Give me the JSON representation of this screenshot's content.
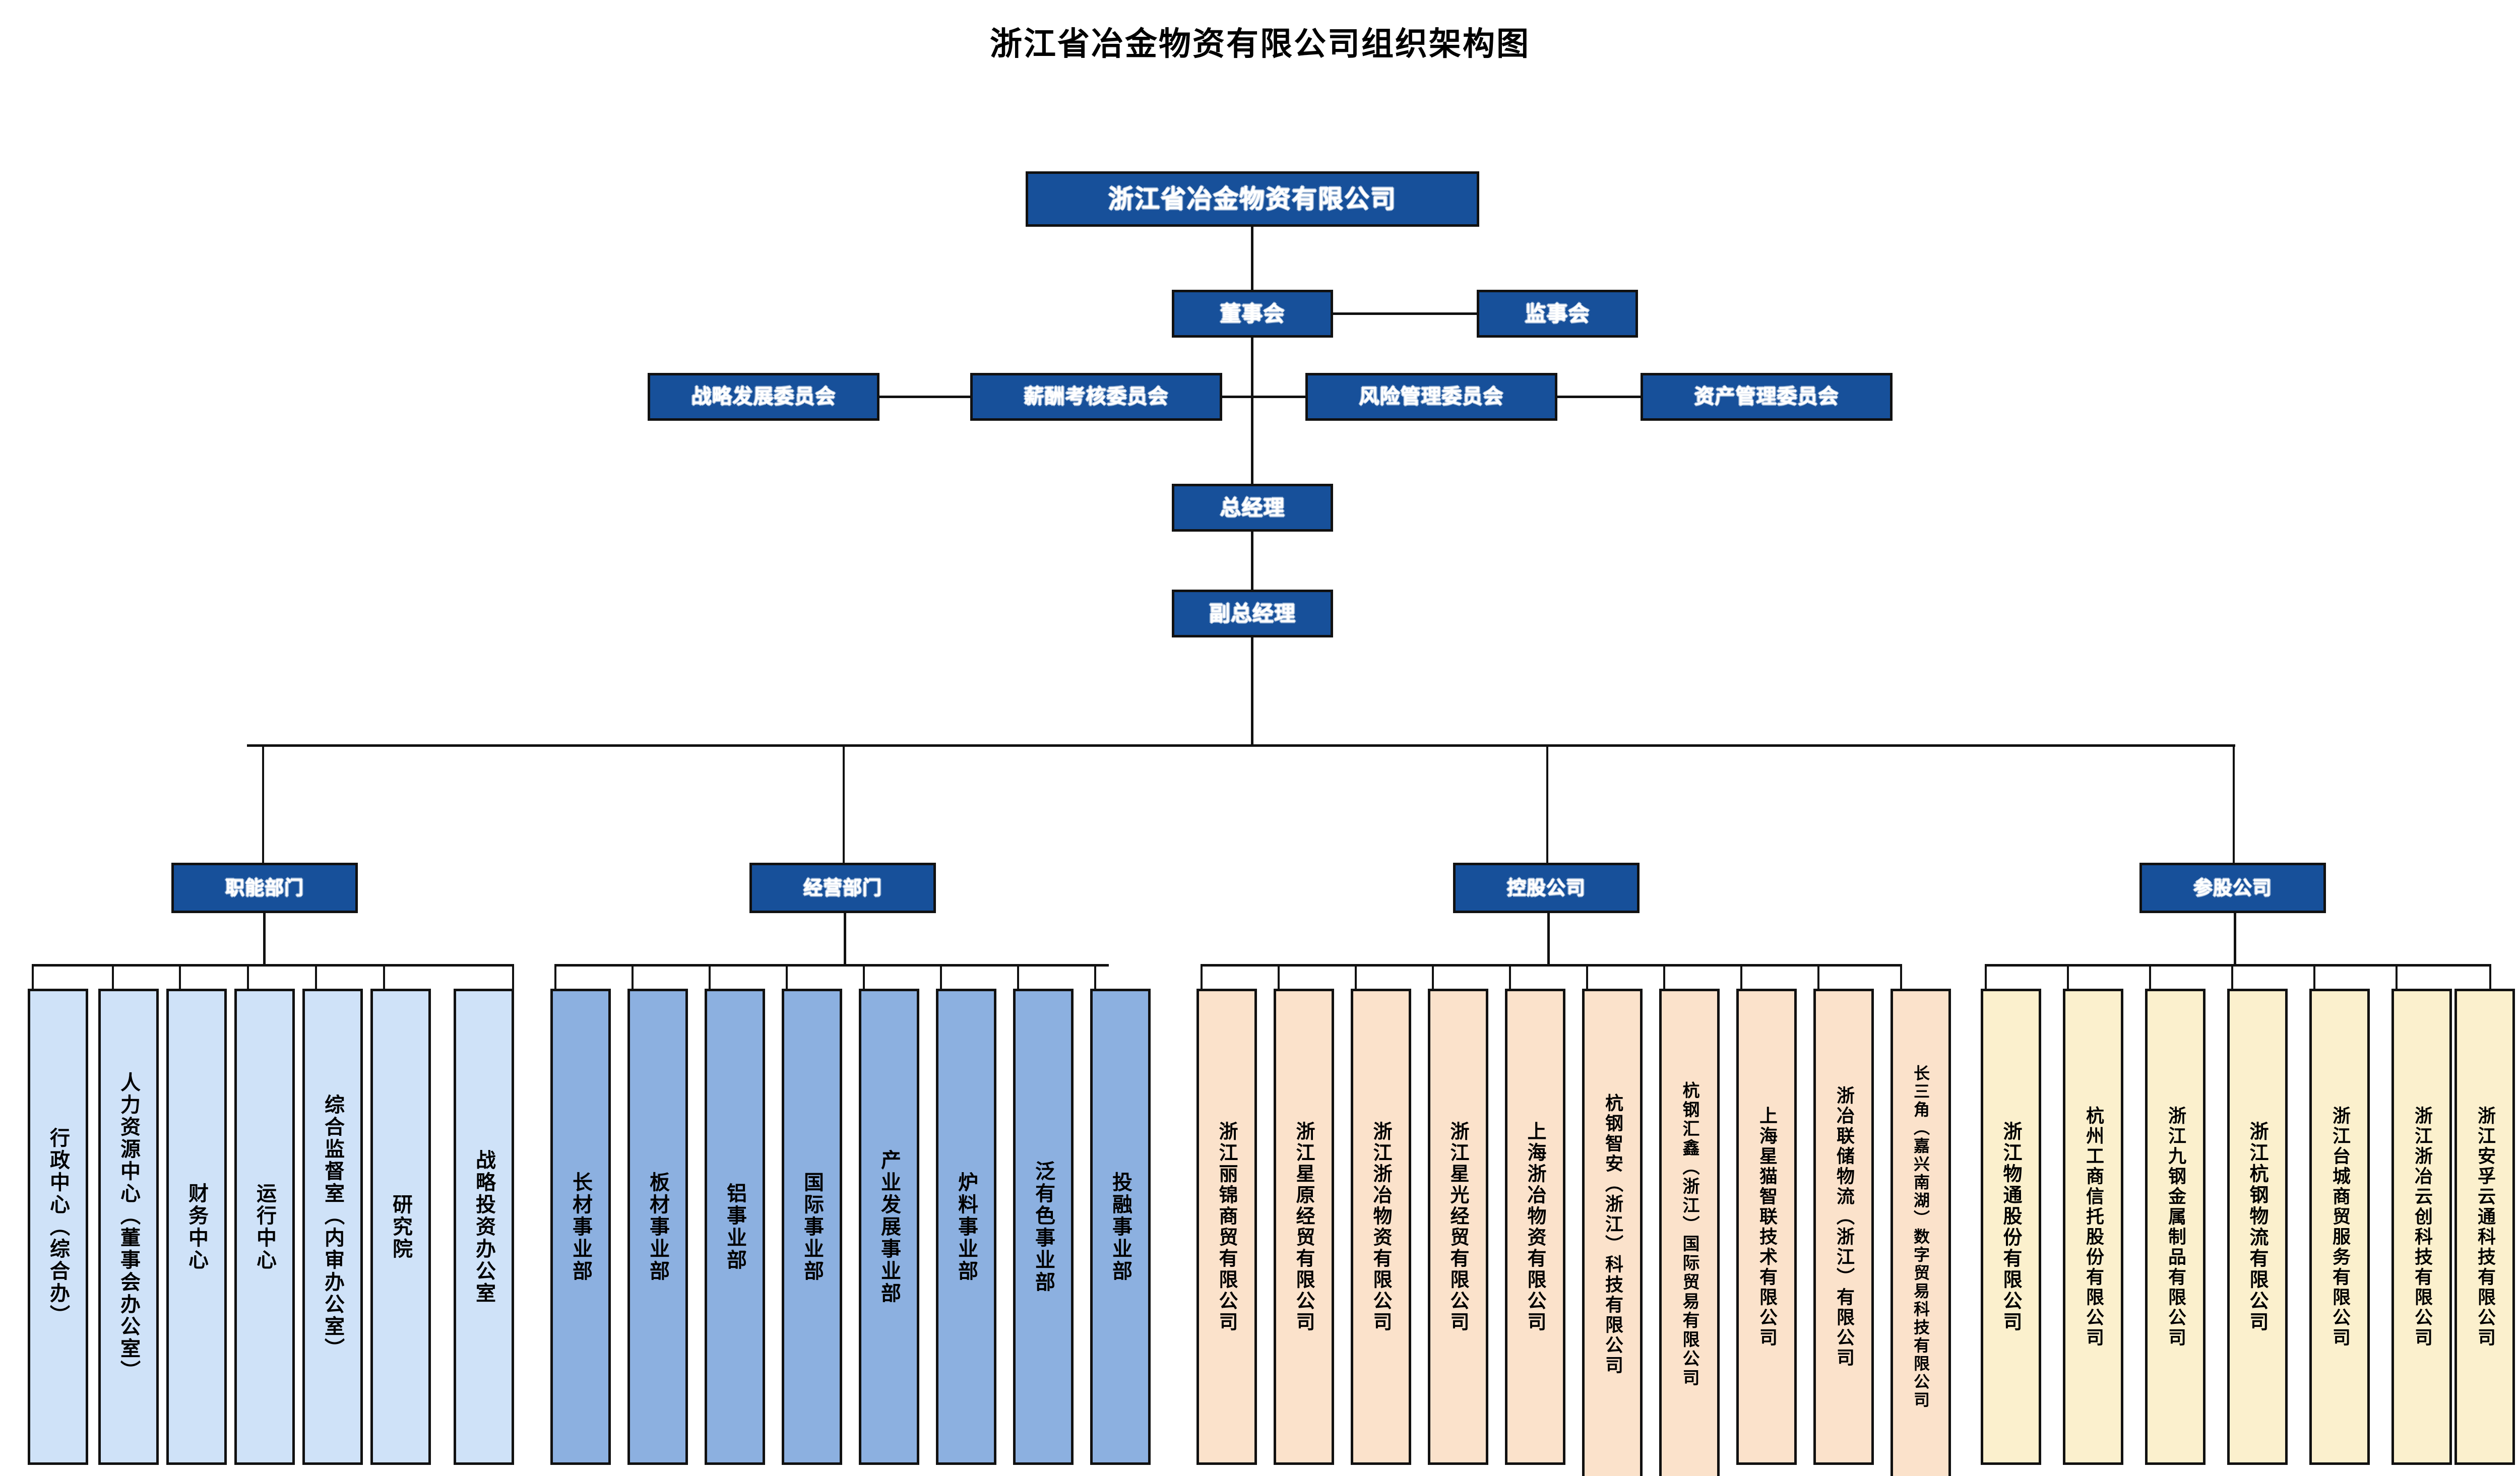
{
  "title": "浙江省冶金物资有限公司组织架构图",
  "colors": {
    "node_blue": "#17509a",
    "border": "#111111",
    "functional_dept": "#cfe2f8",
    "business_dept": "#8cb0e0",
    "holding_company": "#fbe2cb",
    "equity_company": "#fbf0cd",
    "background": "#ffffff",
    "node_text": "#ffffff",
    "leaf_text": "#000000"
  },
  "root": {
    "label": "浙江省冶金物资有限公司"
  },
  "governance": {
    "board": {
      "label": "董事会"
    },
    "supervisors": {
      "label": "监事会"
    }
  },
  "committees": [
    {
      "label": "战略发展委员会"
    },
    {
      "label": "薪酬考核委员会"
    },
    {
      "label": "风险管理委员会"
    },
    {
      "label": "资产管理委员会"
    }
  ],
  "management": {
    "gm": {
      "label": "总经理"
    },
    "deputy_gm": {
      "label": "副总经理"
    }
  },
  "categories": [
    {
      "label": "职能部门"
    },
    {
      "label": "经营部门"
    },
    {
      "label": "控股公司"
    },
    {
      "label": "参股公司"
    }
  ],
  "functional_departments": [
    {
      "label": "行政中心（综合办）"
    },
    {
      "label": "人力资源中心（董事会办公室）"
    },
    {
      "label": "财务中心"
    },
    {
      "label": "运行中心"
    },
    {
      "label": "综合监督室（内审办公室）"
    },
    {
      "label": "研究院"
    },
    {
      "label": "战略投资办公室"
    }
  ],
  "business_departments": [
    {
      "label": "长材事业部"
    },
    {
      "label": "板材事业部"
    },
    {
      "label": "铝事业部"
    },
    {
      "label": "国际事业部"
    },
    {
      "label": "产业发展事业部"
    },
    {
      "label": "炉料事业部"
    },
    {
      "label": "泛有色事业部"
    },
    {
      "label": "投融事业部"
    }
  ],
  "holding_companies": [
    {
      "label": "浙江丽锦商贸有限公司"
    },
    {
      "label": "浙江星原经贸有限公司"
    },
    {
      "label": "浙江浙冶物资有限公司"
    },
    {
      "label": "浙江星光经贸有限公司"
    },
    {
      "label": "上海浙冶物资有限公司"
    },
    {
      "label": "杭钢智安（浙江）科技有限公司"
    },
    {
      "label": "杭钢汇鑫（浙江）国际贸易有限公司"
    },
    {
      "label": "上海星猫智联技术有限公司"
    },
    {
      "label": "浙冶联储物流（浙江）有限公司"
    },
    {
      "label": "长三角（嘉兴南湖）数字贸易科技有限公司"
    }
  ],
  "equity_companies": [
    {
      "label": "浙江物通股份有限公司"
    },
    {
      "label": "杭州工商信托股份有限公司"
    },
    {
      "label": "浙江九钢金属制品有限公司"
    },
    {
      "label": "浙江杭钢物流有限公司"
    },
    {
      "label": "浙江台城商贸服务有限公司"
    },
    {
      "label": "浙江浙冶云创科技有限公司"
    },
    {
      "label": "浙江安孚云通科技有限公司"
    }
  ]
}
